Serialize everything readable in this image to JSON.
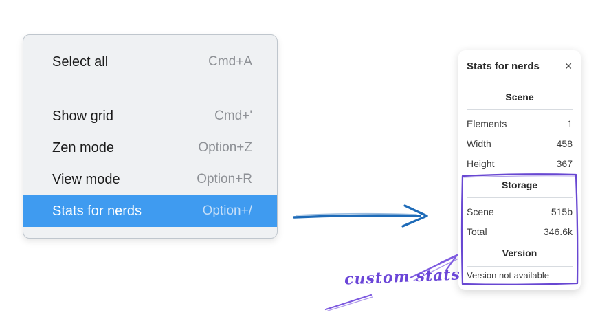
{
  "context_menu": {
    "items": [
      {
        "label": "Select all",
        "shortcut": "Cmd+A",
        "selected": false
      },
      {
        "label": "Show grid",
        "shortcut": "Cmd+'",
        "selected": false
      },
      {
        "label": "Zen mode",
        "shortcut": "Option+Z",
        "selected": false
      },
      {
        "label": "View mode",
        "shortcut": "Option+R",
        "selected": false
      },
      {
        "label": "Stats for nerds",
        "shortcut": "Option+/",
        "selected": true
      }
    ]
  },
  "stats_panel": {
    "title": "Stats for nerds",
    "close_icon": "✕",
    "sections": [
      {
        "heading": "Scene",
        "rows": [
          {
            "label": "Elements",
            "value": "1"
          },
          {
            "label": "Width",
            "value": "458"
          },
          {
            "label": "Height",
            "value": "367"
          }
        ]
      },
      {
        "heading": "Storage",
        "rows": [
          {
            "label": "Scene",
            "value": "515b"
          },
          {
            "label": "Total",
            "value": "346.6k"
          }
        ]
      },
      {
        "heading": "Version",
        "note": "Version not available"
      }
    ]
  },
  "annotations": {
    "custom_stats_label": "custom stats",
    "colors": {
      "menu_highlight": "#3f9bf0",
      "pointer_arrow_blue": "#1e6bb8",
      "annotation_purple": "#7e5be0",
      "highlight_box_purple": "#6847d2"
    }
  }
}
